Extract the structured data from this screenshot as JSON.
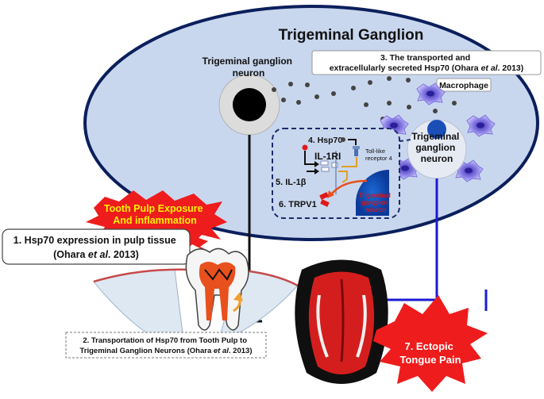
{
  "title": "Trigeminal Ganglion",
  "neuron_left": {
    "line1": "Trigeminal ganglion",
    "line2": "neuron"
  },
  "neuron_right": {
    "line1": "Trigeminal",
    "line2": "ganglion",
    "line3": "neuron"
  },
  "step3": {
    "line1": "3. The transported and",
    "line2_a": "extracellularly secreted Hsp70 (Ohara ",
    "line2_b": "et al",
    "line2_c": ". 2013)"
  },
  "macrophage_label": "Macrophage",
  "inset": {
    "step4": "4. Hsp70",
    "receptor_line1": "Toll-like",
    "receptor_line2": "receptor 4",
    "il1ri": "IL-1RI",
    "step5": "5. IL-1β",
    "step6": "6. TRPV1",
    "neuron_line1": "Trigeminal",
    "neuron_line2": "ganglion",
    "neuron_line3": "neuron"
  },
  "burst_exposure": {
    "line1": "Tooth Pulp Exposure",
    "line2": "And inflammation"
  },
  "step1": {
    "line1": "1. Hsp70 expression in pulp tissue",
    "line2_a": "(Ohara ",
    "line2_b": "et al",
    "line2_c": ". 2013)"
  },
  "step2": {
    "line1": "2. Transportation of Hsp70 from Tooth Pulp to",
    "line2_a": "Trigeminal Ganglion  Neurons (Ohara ",
    "line2_b": "et al",
    "line2_c": ". 2013)"
  },
  "step7": {
    "line1": "7. Ectopic",
    "line2": "Tongue Pain"
  },
  "colors": {
    "ganglion_fill": "#c9d7ee",
    "ganglion_stroke": "#0b1f5c",
    "nerve_left": "#111111",
    "nerve_right": "#1b1bd6",
    "burst_red": "#ee1c1c",
    "burst_yellow_text": "#fff200",
    "macrophage": "#6c63d9",
    "tongue_red": "#d41e1e"
  }
}
